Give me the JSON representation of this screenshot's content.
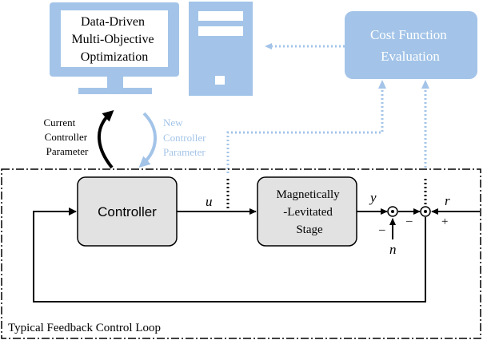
{
  "computer": {
    "screen_lines": [
      "Data-Driven",
      "Multi-Objective",
      "Optimization"
    ]
  },
  "cost_function": {
    "lines": [
      "Cost Function",
      "Evaluation"
    ]
  },
  "current_param": {
    "lines": [
      "Current",
      "Controller",
      "Parameter"
    ]
  },
  "new_param": {
    "lines": [
      "New",
      "Controller",
      "Parameter"
    ]
  },
  "controller": {
    "label": "Controller"
  },
  "stage": {
    "lines": [
      "Magnetically",
      "-Levitated",
      "Stage"
    ]
  },
  "signals": {
    "u": "u",
    "y": "y",
    "r": "r",
    "n": "n",
    "minus_left": "–",
    "minus_mid": "–",
    "plus_right": "+"
  },
  "loop_label": "Typical Feedback Control Loop",
  "colors": {
    "accent_blue": "#a3c4e8",
    "block_fill": "#e2e2e2",
    "line": "#000000",
    "new_param_text": "#a3c4e8"
  }
}
